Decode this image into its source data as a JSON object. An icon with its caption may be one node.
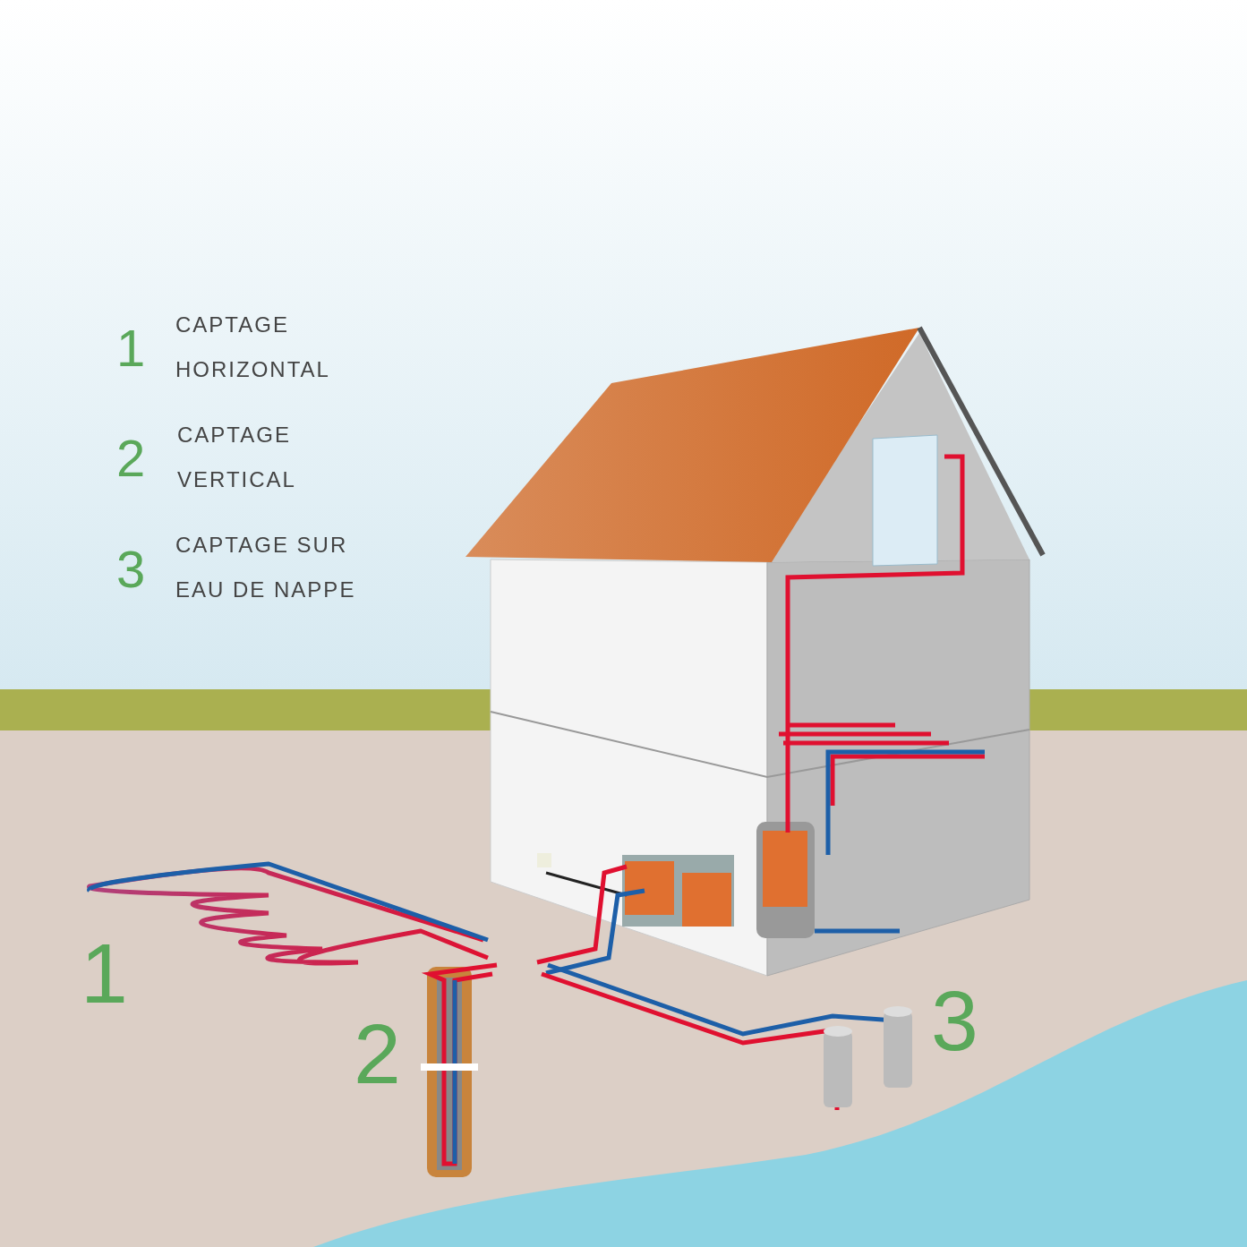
{
  "diagram": {
    "labels": [
      "1",
      "CAPTAGE HORIZONTAL",
      "2",
      "CAPTAGE VERTICAL",
      "3",
      "CAPTAGE SUR EAU DE NAPPE",
      "1",
      "2",
      "3"
    ]
  }
}
